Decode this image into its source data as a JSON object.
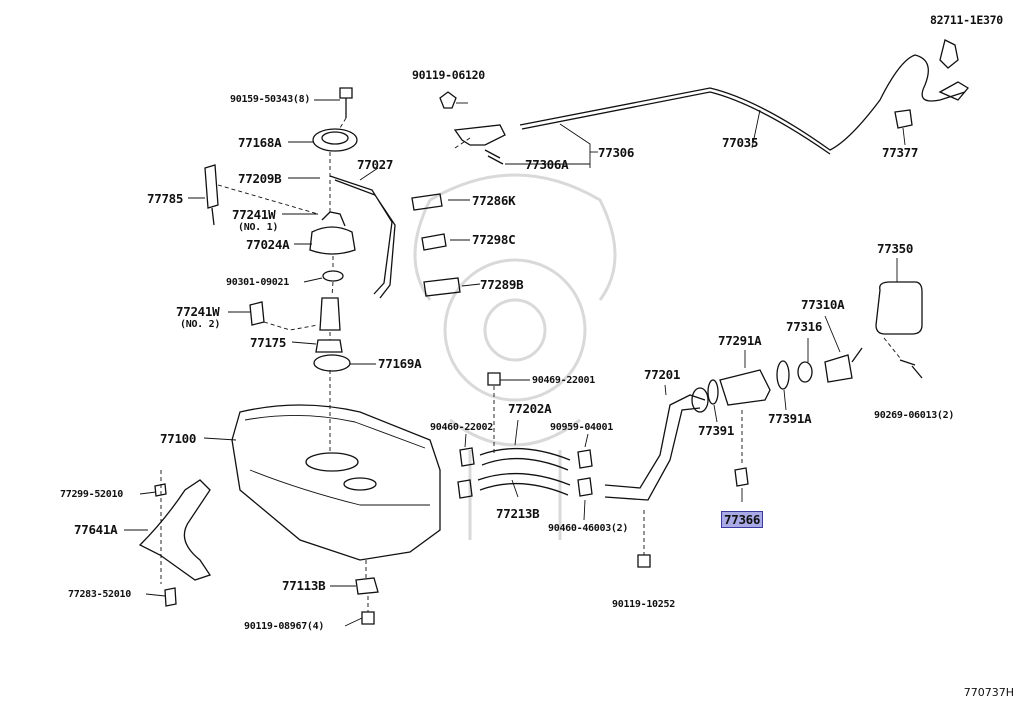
{
  "diagram": {
    "reference_code": "770737H",
    "highlighted_part": "77366",
    "labels": {
      "p82711": "82711-1E370",
      "p90119_06120": "90119-06120",
      "p90159": "90159-50343(8)",
      "p77168A": "77168A",
      "p77027": "77027",
      "p77209B": "77209B",
      "p77785": "77785",
      "p77241W1": "77241W",
      "no1": "(NO. 1)",
      "p77024A": "77024A",
      "p90301": "90301-09021",
      "p77241W2": "77241W",
      "no2": "(NO. 2)",
      "p77175": "77175",
      "p77169A": "77169A",
      "p77100": "77100",
      "p77299": "77299-52010",
      "p77641A": "77641A",
      "p77283": "77283-52010",
      "p77113B": "77113B",
      "p90119_08967": "90119-08967(4)",
      "p77306": "77306",
      "p77306A": "77306A",
      "p77035": "77035",
      "p77377": "77377",
      "p77286K": "77286K",
      "p77298C": "77298C",
      "p77289B": "77289B",
      "p90469": "90469-22001",
      "p77202A": "77202A",
      "p90460_22002": "90460-22002",
      "p90959": "90959-04001",
      "p77213B": "77213B",
      "p90460_46003": "90460-46003(2)",
      "p77201": "77201",
      "p90119_10252": "90119-10252",
      "p77291A": "77291A",
      "p77391": "77391",
      "p77391A": "77391A",
      "p77366": "77366",
      "p77316": "77316",
      "p77310A": "77310A",
      "p77350": "77350",
      "p90269": "90269-06013(2)"
    }
  }
}
